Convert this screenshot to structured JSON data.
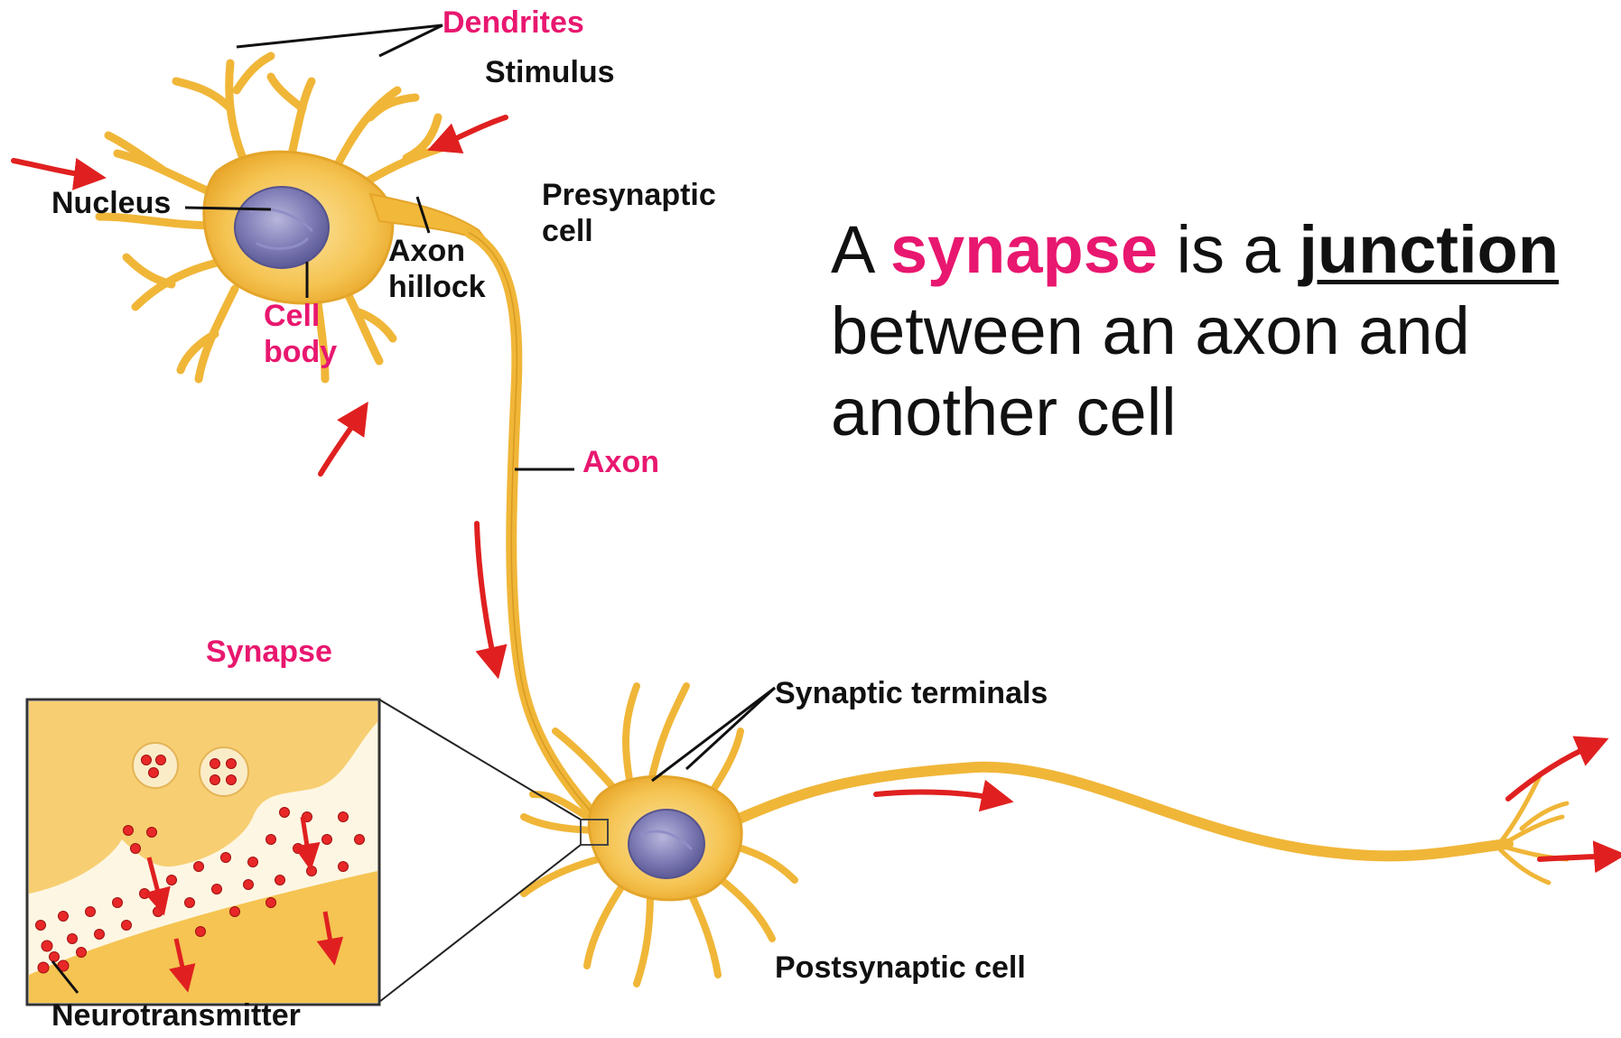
{
  "labels": {
    "dendrites": "Dendrites",
    "stimulus": "Stimulus",
    "nucleus": "Nucleus",
    "presynaptic_1": "Presynaptic",
    "presynaptic_2": "cell",
    "axon_hillock_1": "Axon",
    "axon_hillock_2": "hillock",
    "cell_body_1": "Cell",
    "cell_body_2": "body",
    "axon": "Axon",
    "synapse": "Synapse",
    "synaptic_terminals": "Synaptic terminals",
    "postsynaptic": "Postsynaptic cell",
    "neurotransmitter": "Neurotransmitter"
  },
  "headline": {
    "part1": "A ",
    "keyword": "synapse",
    "part2": " is a ",
    "emphasis": "junction",
    "part3": "between an axon and another cell"
  },
  "colors": {
    "highlight": "#e8176f",
    "neuron": "#f2b83a",
    "arrow": "#e02020",
    "neurotransmitter": "#e82828"
  }
}
